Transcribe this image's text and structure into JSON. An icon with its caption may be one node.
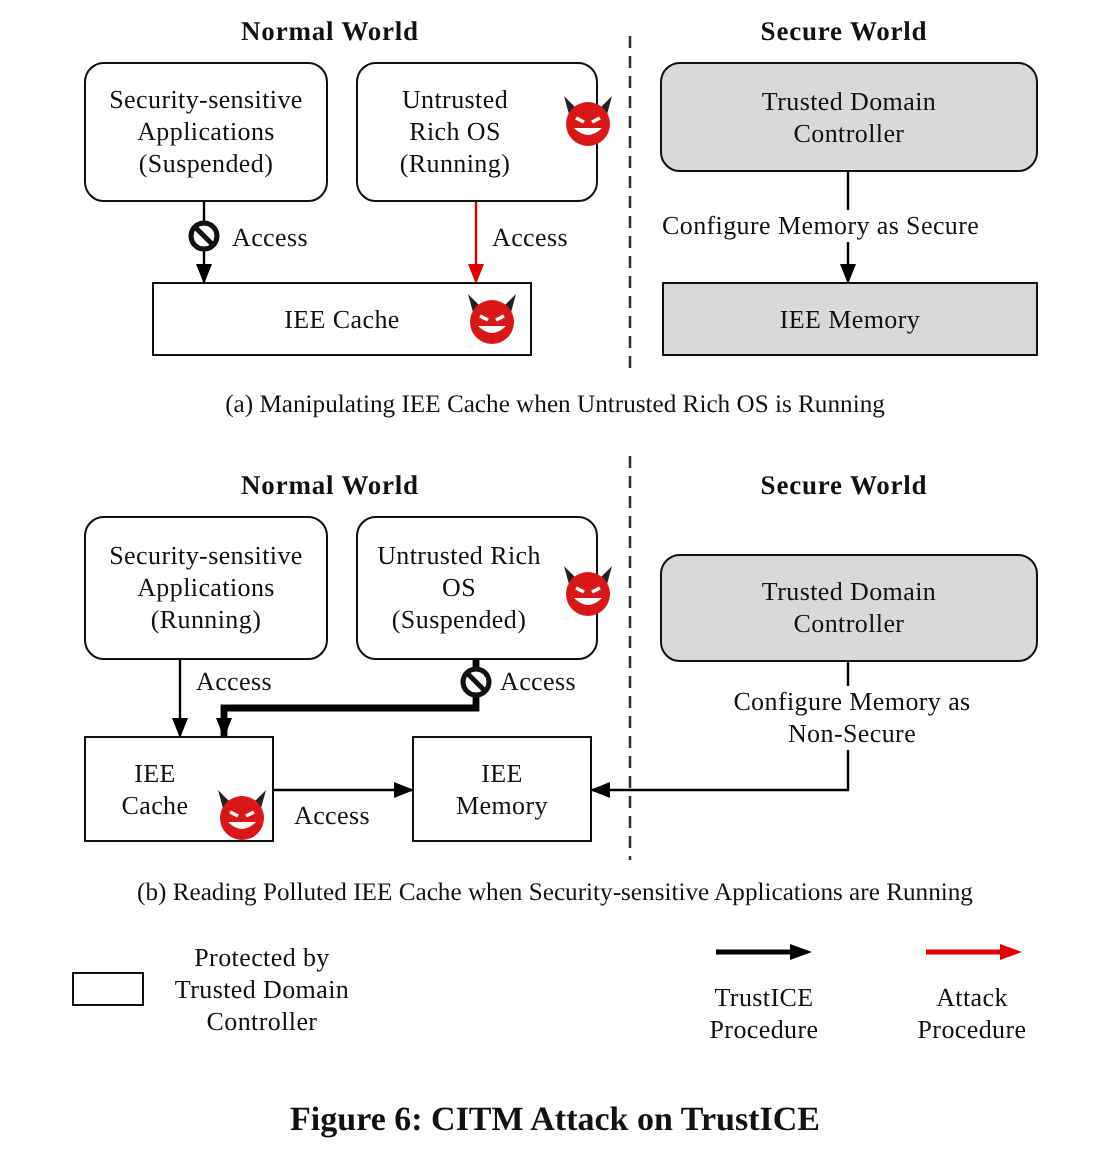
{
  "diagram": {
    "caption": "Figure 6: CITM Attack on TrustICE",
    "nodes": [
      {
        "text": [
          "Security-sensitive Applications (Suspended)"
        ]
      },
      {
        "text": [
          "Untrusted Rich OS (Running)"
        ]
      },
      {
        "text": [
          "Trusted Domain Controller"
        ]
      },
      {
        "text": [
          "IEE Cache"
        ]
      },
      {
        "text": [
          "IEE Memory"
        ]
      },
      {
        "text": [
          "Security-sensitive Applications (Running)"
        ]
      },
      {
        "text": [
          "Untrusted Rich OS (Suspended)"
        ]
      },
      {
        "text": [
          "Trusted Domain Controller"
        ]
      },
      {
        "text": [
          "IEE Cache"
        ]
      },
      {
        "text": [
          "IEE Memory"
        ]
      }
    ],
    "edges": [
      {
        "from": 0,
        "to": 3,
        "arrow": "to",
        "label": "Access"
      },
      {
        "from": 1,
        "to": 3,
        "arrow": "to",
        "label": "Access",
        "color": "#e00000"
      },
      {
        "from": 2,
        "to": 4,
        "arrow": "to",
        "label": "Configure Memory as Secure"
      },
      {
        "from": 5,
        "to": 8,
        "arrow": "to",
        "label": "Access"
      },
      {
        "from": 6,
        "to": 8,
        "arrow": "to",
        "label": "Access",
        "style": "thick"
      },
      {
        "from": 8,
        "to": 9,
        "arrow": "to",
        "label": "Access"
      },
      {
        "from": 7,
        "to": 9,
        "arrow": "to",
        "label": "Configure Memory as Non-Secure"
      }
    ],
    "labels": [
      "Normal World",
      "Secure World",
      "(a) Manipulating IEE Cache when Untrusted Rich OS is Running",
      "Normal World",
      "Secure World",
      "(b) Reading Polluted IEE Cache when Security-sensitive Applications are Running"
    ],
    "legend": [
      {
        "text": "Protected by Trusted Domain Controller",
        "color": "#ffffff"
      },
      {
        "text": "TrustICE Procedure",
        "color": "#000000"
      },
      {
        "text": "Attack Procedure",
        "color": "#e00000"
      }
    ]
  }
}
